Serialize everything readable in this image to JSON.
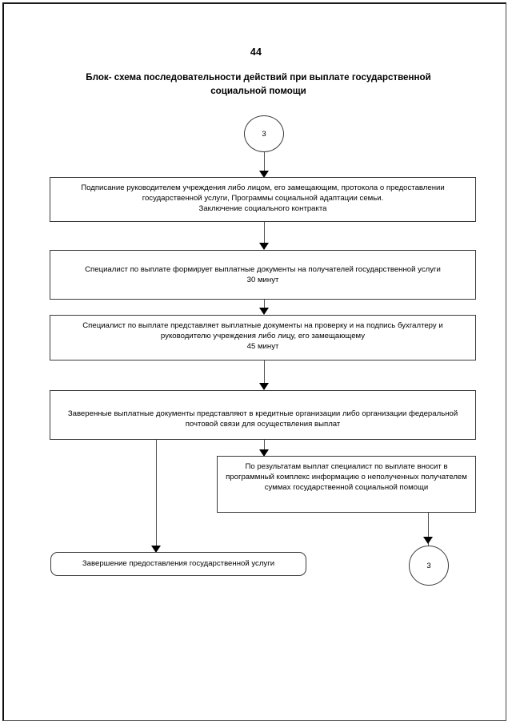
{
  "document": {
    "page_number": "44",
    "title": "Блок- схема последовательности действий при выплате государственной социальной помощи"
  },
  "flowchart": {
    "connector_top": {
      "label": "3"
    },
    "connector_bottom": {
      "label": "3"
    },
    "nodes": [
      {
        "id": "node-signing",
        "text": "Подписание руководителем учреждения либо лицом, его замещающим, протокола о предоставлении государственной услуги, Программы социальной адаптации семьи.\nЗаключение социального контракта"
      },
      {
        "id": "node-form-documents",
        "text": "Специалист по выплате формирует выплатные документы на получателей государственной услуги\n30 минут"
      },
      {
        "id": "node-submit-for-check",
        "text": "Специалист по выплате представляет выплатные документы на проверку и на подпись бухгалтеру  и руководителю учреждения либо лицу, его замещающему\n45 минут"
      },
      {
        "id": "node-send-to-banks",
        "text": "Заверенные выплатные документы представляют в кредитные организации либо организации федеральной почтовой связи для осуществления выплат"
      },
      {
        "id": "node-register-unpaid",
        "text": "По результатам выплат специалист по выплате вносит в программный комплекс информацию о неполученных получателем суммах государственной социальной помощи"
      },
      {
        "id": "node-completion",
        "text": "Завершение предоставления государственной услуги"
      }
    ]
  }
}
